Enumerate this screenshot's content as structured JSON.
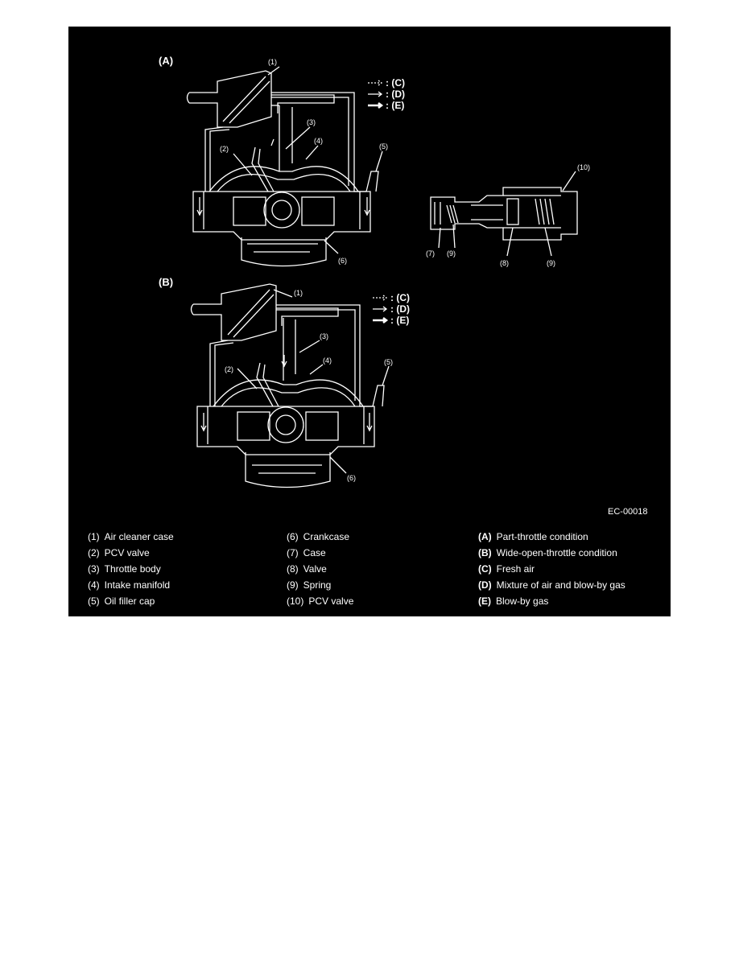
{
  "figure": {
    "panel_a_label": "(A)",
    "panel_b_label": "(B)",
    "figure_code": "EC-00018",
    "flow_keys": [
      "(C)",
      "(D)",
      "(E)"
    ],
    "callouts": [
      "(1)",
      "(2)",
      "(3)",
      "(4)",
      "(5)",
      "(6)",
      "(7)",
      "(8)",
      "(9)",
      "(10)"
    ]
  },
  "legend": {
    "columns": [
      [
        {
          "code": "(1)",
          "text": "Air cleaner case"
        },
        {
          "code": "(2)",
          "text": "PCV valve"
        },
        {
          "code": "(3)",
          "text": "Throttle body"
        },
        {
          "code": "(4)",
          "text": "Intake manifold"
        },
        {
          "code": "(5)",
          "text": "Oil filler cap"
        }
      ],
      [
        {
          "code": "(6)",
          "text": "Crankcase"
        },
        {
          "code": "(7)",
          "text": "Case"
        },
        {
          "code": "(8)",
          "text": "Valve"
        },
        {
          "code": "(9)",
          "text": "Spring"
        },
        {
          "code": "(10)",
          "text": "PCV valve"
        }
      ],
      [
        {
          "code": "(A)",
          "text": "Part-throttle condition"
        },
        {
          "code": "(B)",
          "text": "Wide-open-throttle condition"
        },
        {
          "code": "(C)",
          "text": "Fresh air"
        },
        {
          "code": "(D)",
          "text": "Mixture of air and blow-by gas"
        },
        {
          "code": "(E)",
          "text": "Blow-by gas"
        }
      ]
    ]
  }
}
